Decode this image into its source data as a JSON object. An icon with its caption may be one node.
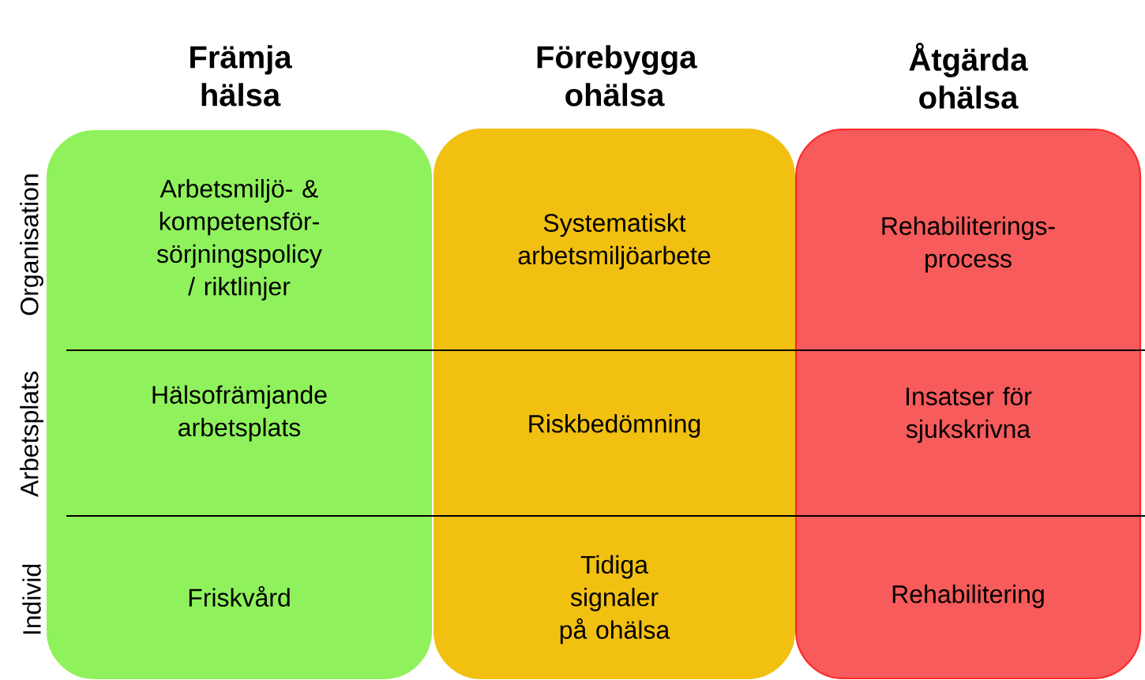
{
  "diagram": {
    "nodes": [
      {
        "text": [
          "Främja hälsa"
        ]
      },
      {
        "text": [
          "Arbetsmiljö- & kompetensför- sörjningspolicy / riktlinjer"
        ],
        "in": 0
      },
      {
        "text": [
          "Hälsofrämjande arbetsplats"
        ],
        "in": 0
      },
      {
        "text": [
          "Friskvård"
        ],
        "in": 0
      },
      {
        "text": [
          "Förebygga ohälsa"
        ]
      },
      {
        "text": [
          "Systematiskt arbetsmiljöarbete"
        ],
        "in": 4
      },
      {
        "text": [
          "Riskbedömning"
        ],
        "in": 4
      },
      {
        "text": [
          "Tidiga signaler på ohälsa"
        ],
        "in": 4
      },
      {
        "text": [
          "Åtgärda ohälsa"
        ]
      },
      {
        "text": [
          "Rehabiliterings- process"
        ],
        "in": 8
      },
      {
        "text": [
          "Insatser för sjukskrivna"
        ],
        "in": 8
      },
      {
        "text": [
          "Rehabilitering"
        ],
        "in": 8
      }
    ],
    "labels": [
      "Organisation",
      "Arbetsplats",
      "Individ"
    ]
  }
}
